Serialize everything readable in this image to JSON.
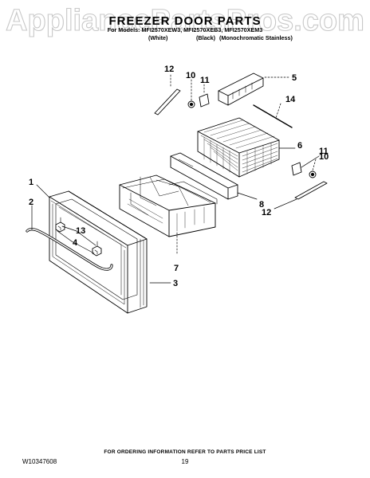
{
  "watermark": "AppliancePartsPros.com",
  "title": "FREEZER DOOR PARTS",
  "models_line": "For Models: MFI2570XEW3, MFI2570XEB3, MFI2570XEM3",
  "variants": [
    "(White)",
    "(Black)",
    "(Monochromatic Stainless)"
  ],
  "callouts": [
    "1",
    "2",
    "3",
    "4",
    "5",
    "6",
    "7",
    "8",
    "10",
    "10",
    "11",
    "11",
    "12",
    "12",
    "13",
    "14"
  ],
  "footer": "FOR ORDERING INFORMATION REFER TO PARTS PRICE LIST",
  "document_id": "W10347608",
  "page_number": "19"
}
